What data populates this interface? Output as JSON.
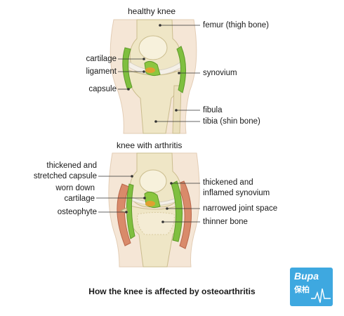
{
  "colors": {
    "leader": "#333333",
    "logo_bg": "#3ea8e0",
    "cartilage": "#f4f0e8",
    "synovium": "#7fbf3f",
    "bone": "#efe6c6",
    "capsule_inflamed": "#d98a6a"
  },
  "healthy": {
    "title": "healthy knee",
    "labels": {
      "femur": "femur (thigh bone)",
      "cartilage": "cartilage",
      "ligament": "ligament",
      "synovium": "synovium",
      "capsule": "capsule",
      "fibula": "fibula",
      "tibia": "tibia (shin bone)"
    }
  },
  "arthritis": {
    "title": "knee with arthritis",
    "labels": {
      "capsule_line1": "thickened and",
      "capsule_line2": "stretched capsule",
      "cartilage_line1": "worn down",
      "cartilage_line2": "cartilage",
      "osteophyte": "osteophyte",
      "synovium_line1": "thickened and",
      "synovium_line2": "inflamed synovium",
      "joint_space": "narrowed joint space",
      "thinner_bone": "thinner bone"
    }
  },
  "caption": "How the knee is affected by osteoarthritis",
  "logo": {
    "name": "Bupa",
    "chinese": "保柏"
  }
}
